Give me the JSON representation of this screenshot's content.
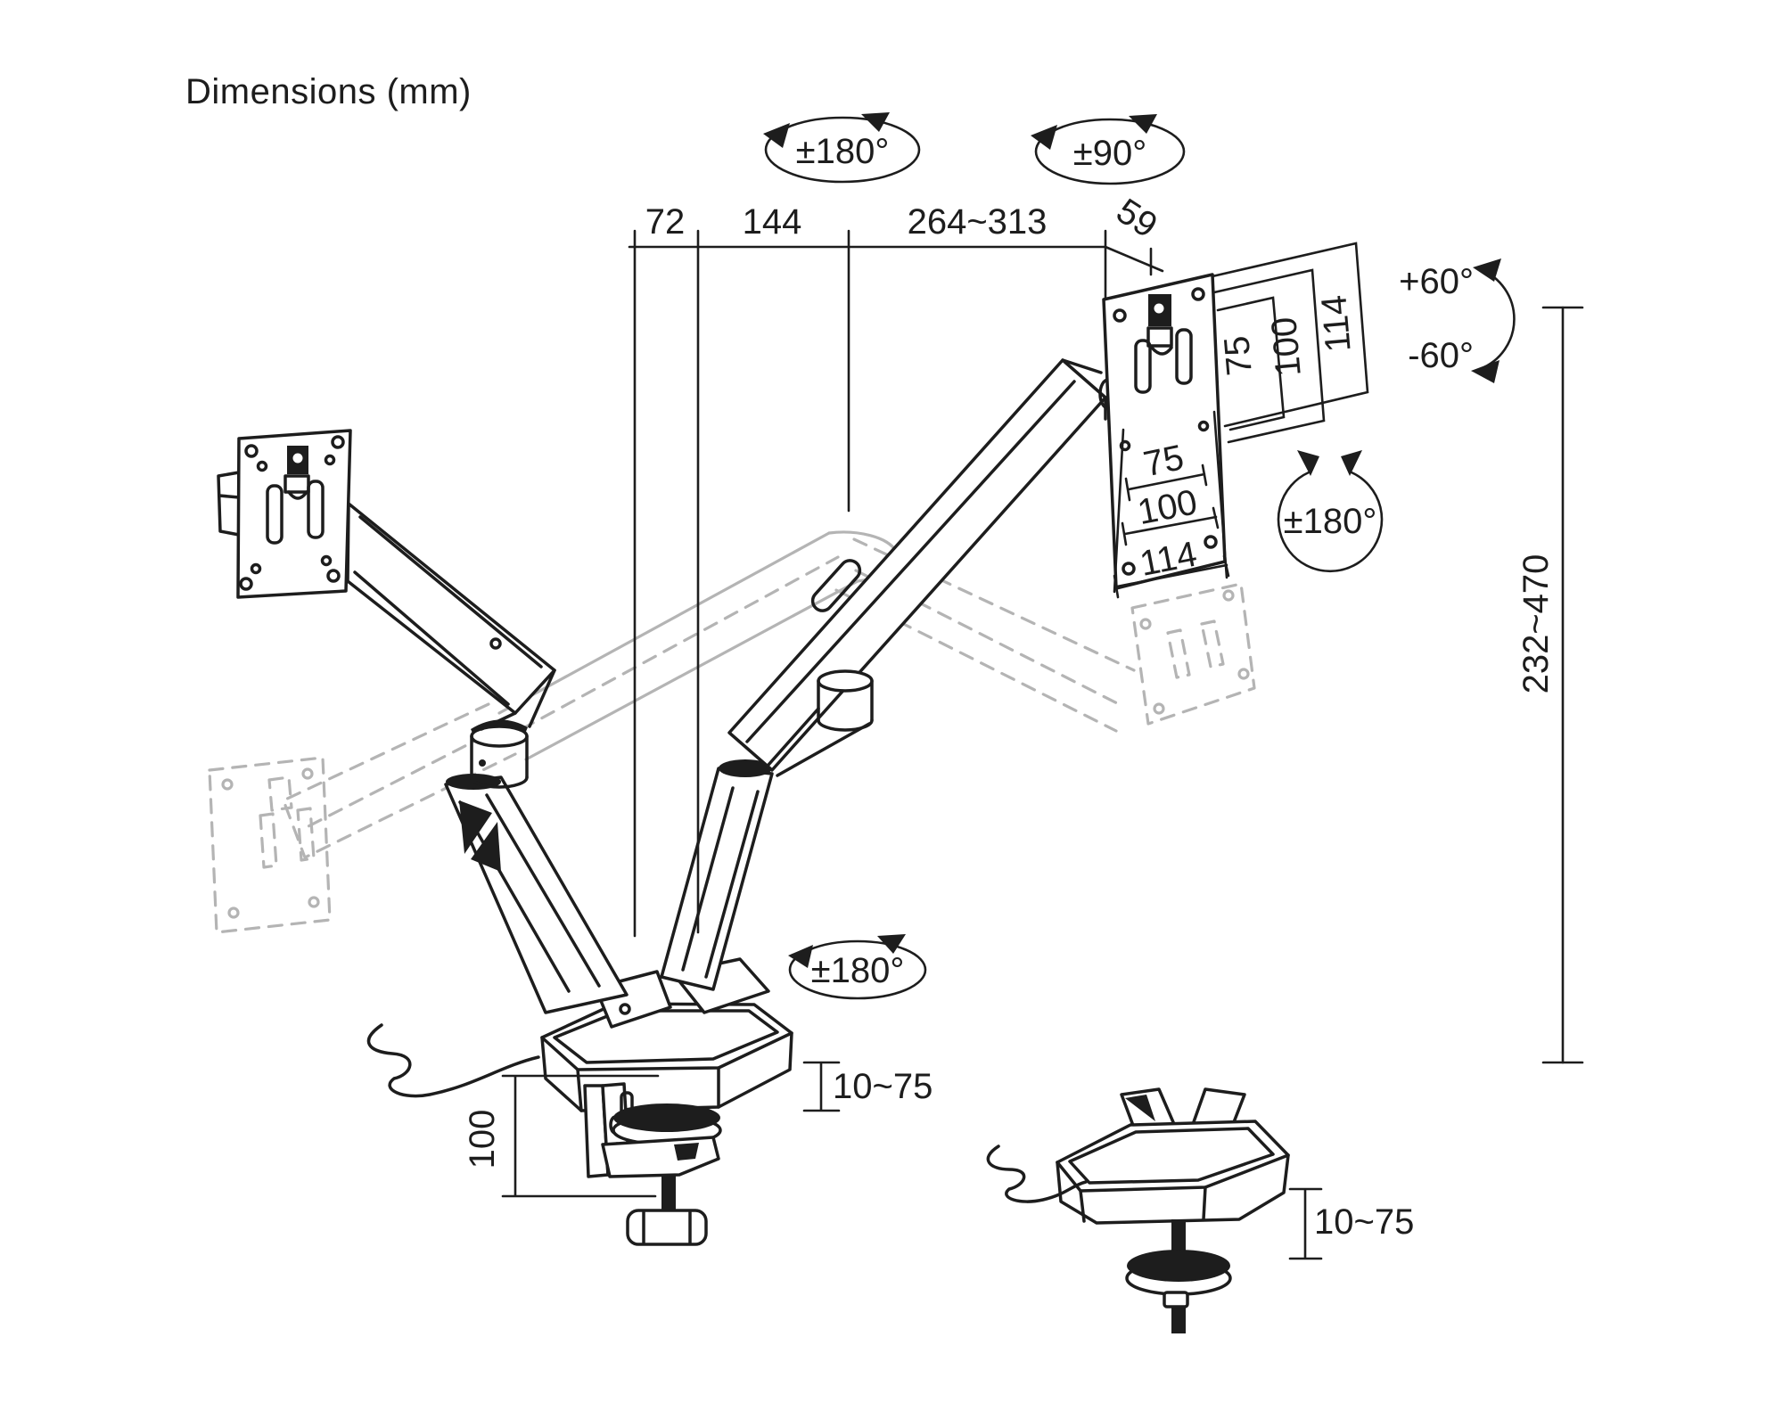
{
  "title": "Dimensions (mm)",
  "colors": {
    "line": "#1d1d1d",
    "ghost": "#b4b4b4",
    "background": "#ffffff"
  },
  "dimensions": {
    "offset_left": "72",
    "offset_mid": "144",
    "arm_reach": "264~313",
    "head_offset": "59",
    "height_range": "232~470",
    "clamp_thickness": "10~75",
    "clamp_height": "100",
    "grommet_thickness": "10~75"
  },
  "rotations": {
    "arm_swivel": "±180°",
    "head_swivel": "±90°",
    "vesa_rotation": "±180°",
    "base_swivel": "±180°",
    "tilt_up": "+60°",
    "tilt_down": "-60°"
  },
  "vesa": {
    "vertical": [
      "75",
      "100",
      "114"
    ],
    "horizontal": [
      "75",
      "100",
      "114"
    ]
  }
}
